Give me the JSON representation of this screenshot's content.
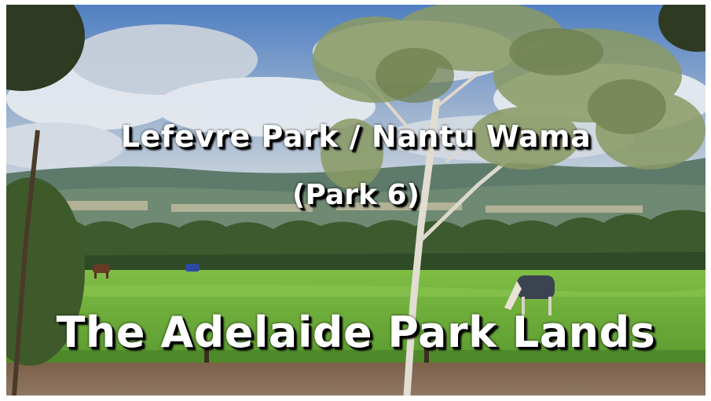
{
  "captions": {
    "title": "Lefevre Park / Nantu Wama",
    "subtitle": "(Park 6)",
    "main": "The Adelaide Park Lands"
  },
  "scene": {
    "elements": [
      "sky",
      "clouds",
      "hills",
      "town",
      "tree-line",
      "eucalyptus-tree",
      "grass-field",
      "horses",
      "dirt-path"
    ],
    "colors": {
      "sky": "#5b86c4",
      "cloud": "#e9edf2",
      "hills": "#5e7a6a",
      "trees": "#3a5a2c",
      "grass": "#6fae3c",
      "dirt": "#8a6d55"
    }
  }
}
